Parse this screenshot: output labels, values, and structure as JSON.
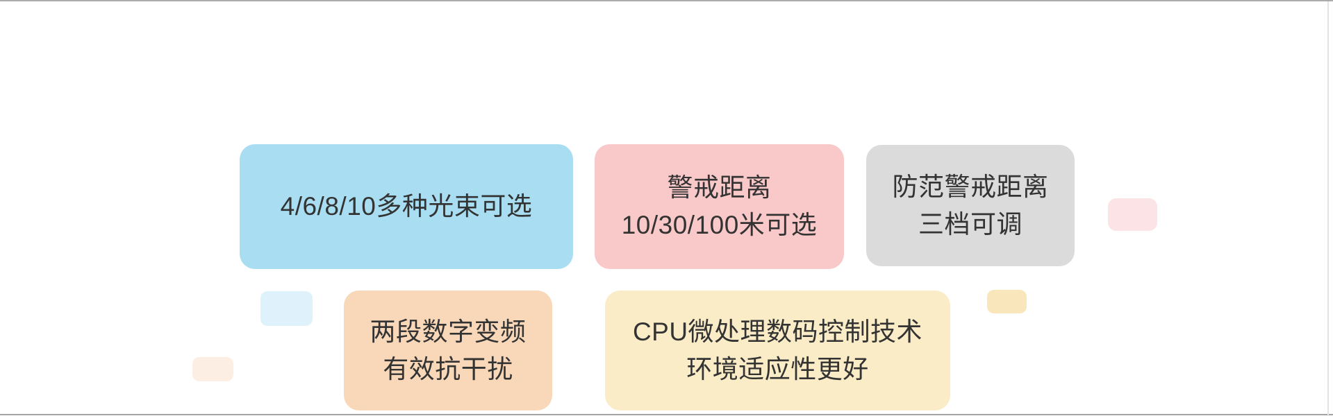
{
  "page": {
    "background_color": "#ffffff",
    "top_rule_color": "#ababab",
    "bottom_rule_color": "#a3a3a3",
    "right_rule_color": "#e4e4e4",
    "text_color": "#333333"
  },
  "feature_cards": [
    {
      "id": "beam-options",
      "color": "#a9def2",
      "lines": [
        "4/6/8/10多种光束可选"
      ]
    },
    {
      "id": "alert-distance",
      "color": "#f9c8c8",
      "lines": [
        "警戒距离",
        "10/30/100米可选"
      ]
    },
    {
      "id": "guard-levels",
      "color": "#dbdbdb",
      "lines": [
        "防范警戒距离",
        "三档可调"
      ]
    },
    {
      "id": "digital-freq",
      "color": "#f9d8ba",
      "lines": [
        "两段数字变频",
        "有效抗干扰"
      ]
    },
    {
      "id": "cpu-control",
      "color": "#faecc6",
      "lines": [
        "CPU微处理数码控制技术",
        "环境适应性更好"
      ]
    }
  ],
  "decor_blocks": [
    {
      "id": "deco-blue",
      "color": "#dff2fb"
    },
    {
      "id": "deco-pink",
      "color": "#fce3e6"
    },
    {
      "id": "deco-yellow",
      "color": "#f9e6ba"
    },
    {
      "id": "deco-peach",
      "color": "#fdeee3"
    }
  ]
}
